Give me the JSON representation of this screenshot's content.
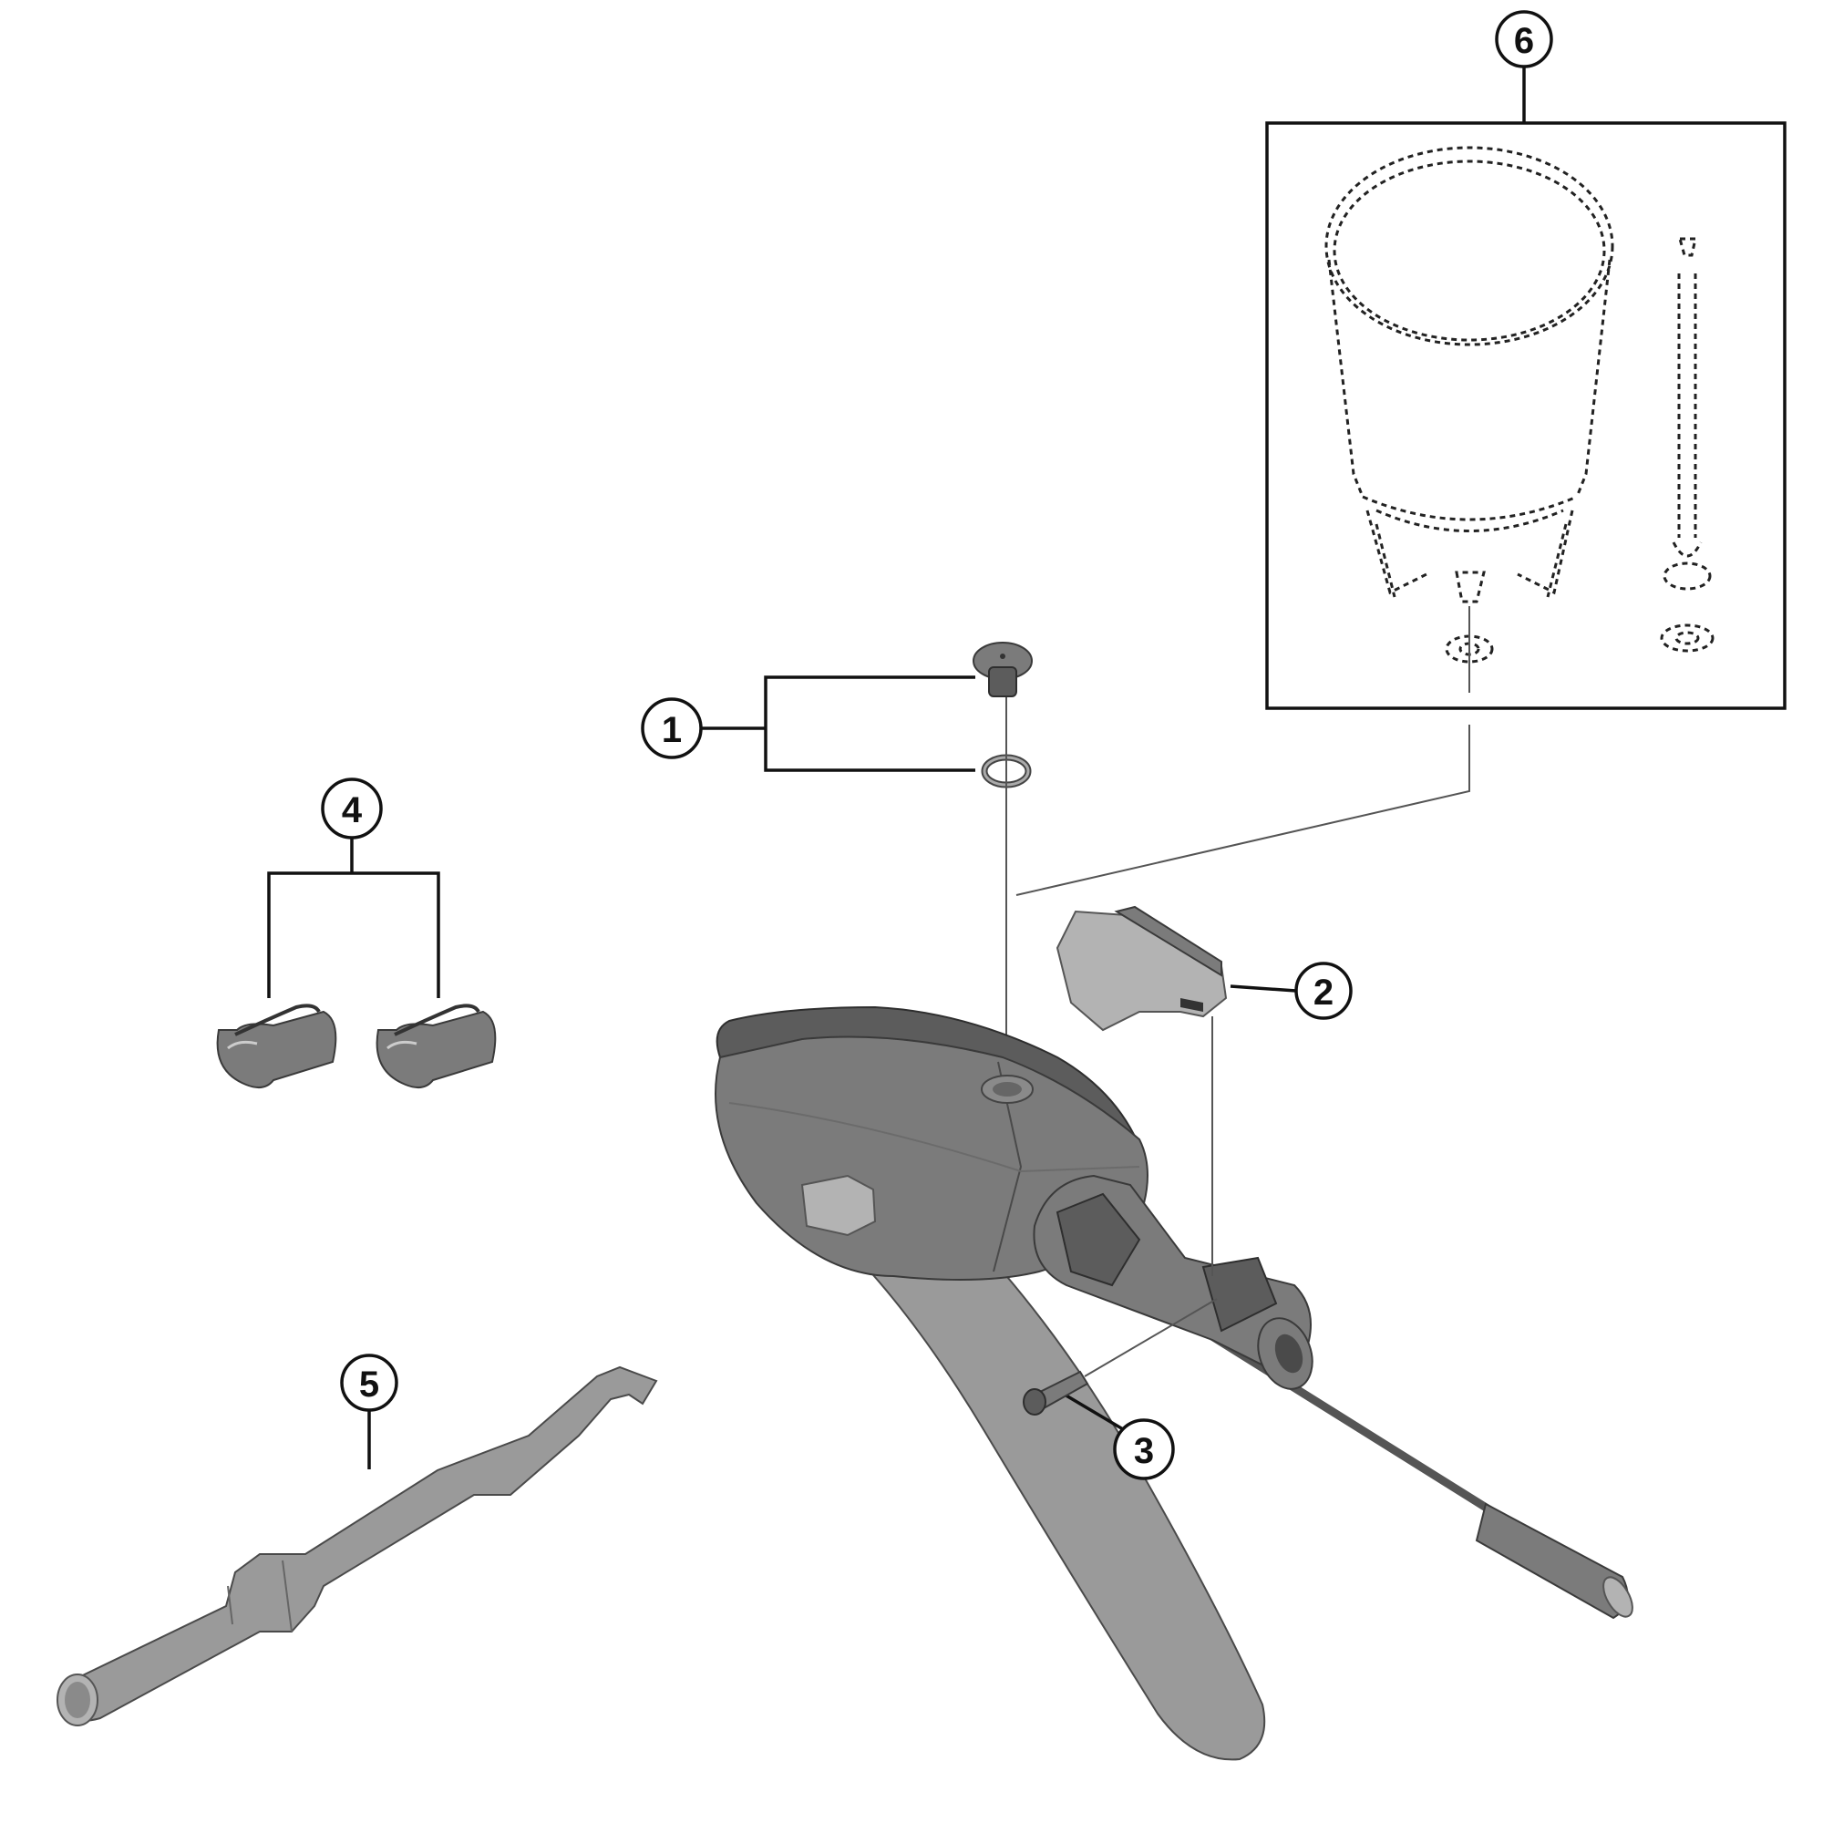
{
  "diagram": {
    "type": "exploded-parts-diagram",
    "subject": "hydraulic brake lever assembly",
    "colors": {
      "background": "#ffffff",
      "callout_stroke": "#111111",
      "part_dark": "#5c5c5c",
      "part_mid": "#7b7b7b",
      "part_light": "#9a9a9a"
    },
    "callouts": [
      {
        "number": "1",
        "part": "bleed-screw-and-o-ring",
        "items": [
          "bleed screw",
          "o-ring"
        ]
      },
      {
        "number": "2",
        "part": "cable-cover-plate",
        "items": [
          "cover plate"
        ]
      },
      {
        "number": "3",
        "part": "fixing-bolt",
        "items": [
          "bolt"
        ]
      },
      {
        "number": "4",
        "part": "hose-clips",
        "items": [
          "clip",
          "clip"
        ]
      },
      {
        "number": "5",
        "part": "lever-tool",
        "items": [
          "tool"
        ]
      },
      {
        "number": "6",
        "part": "bleed-funnel-kit",
        "items": [
          "funnel",
          "plug",
          "o-ring",
          "o-ring"
        ],
        "boxed": true,
        "dashed": true
      }
    ],
    "main_assembly": "brake lever body with electric cable and connector"
  }
}
